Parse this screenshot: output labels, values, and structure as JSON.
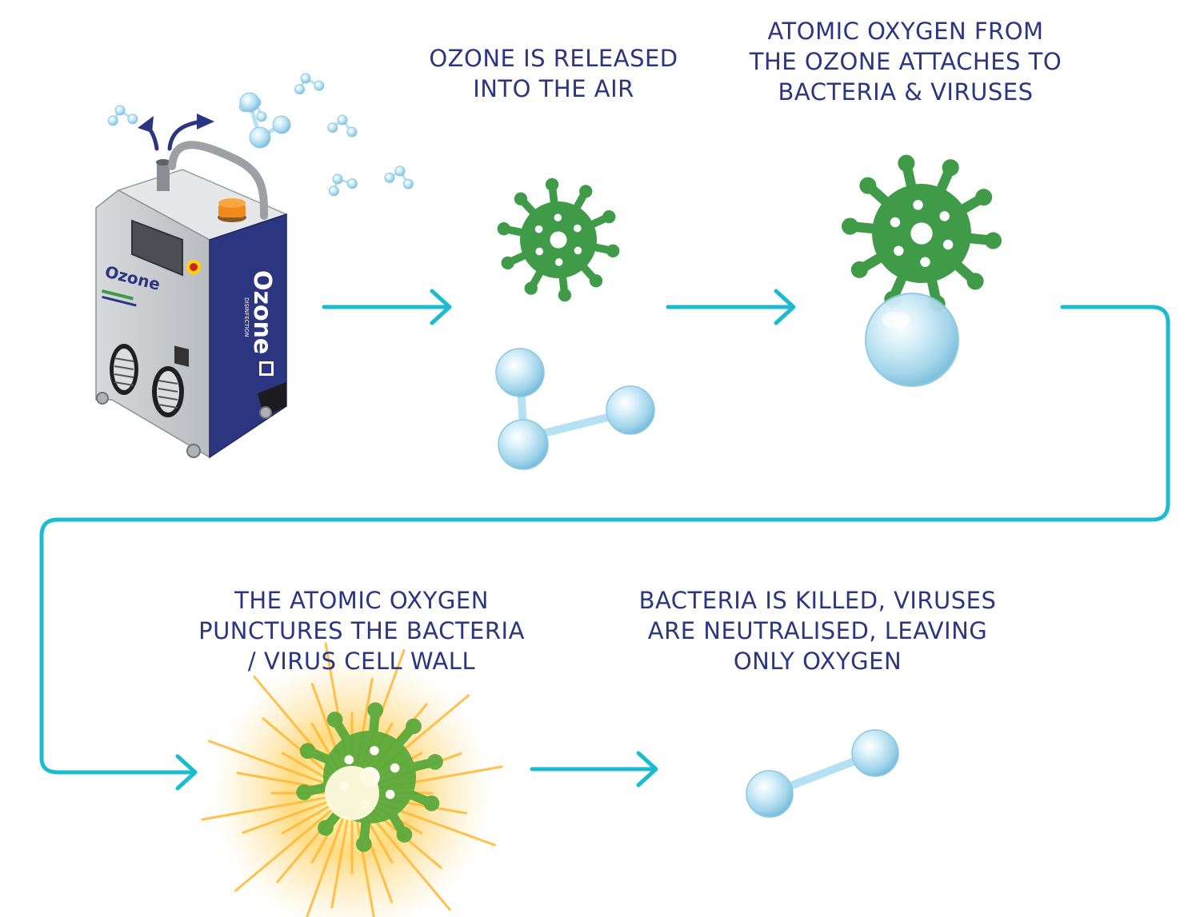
{
  "steps": [
    {
      "lines": [
        "OZONE IS RELEASED",
        "INTO THE AIR"
      ]
    },
    {
      "lines": [
        "ATOMIC OXYGEN FROM",
        "THE OZONE ATTACHES TO",
        "BACTERIA & VIRUSES"
      ]
    },
    {
      "lines": [
        "THE ATOMIC OXYGEN",
        "PUNCTURES THE BACTERIA",
        "/ VIRUS CELL WALL"
      ]
    },
    {
      "lines": [
        "BACTERIA IS KILLED, VIRUSES",
        "ARE NEUTRALISED, LEAVING",
        "ONLY OXYGEN"
      ]
    }
  ],
  "machine": {
    "brand": "Ozone",
    "brand_sub": "DISINFECTION"
  },
  "colors": {
    "caption": "#2b3580",
    "flow_arrow": "#1bbcd0",
    "virus": "#3f9b47",
    "machine_panel": "#2b3580",
    "bubble": "#a9dbef"
  },
  "icons": [
    "ozone-machine-icon",
    "virus-icon",
    "ozone-molecule-icon",
    "oxygen-atom-icon",
    "explosion-icon",
    "oxygen-molecule-icon",
    "flow-arrow-icon"
  ]
}
